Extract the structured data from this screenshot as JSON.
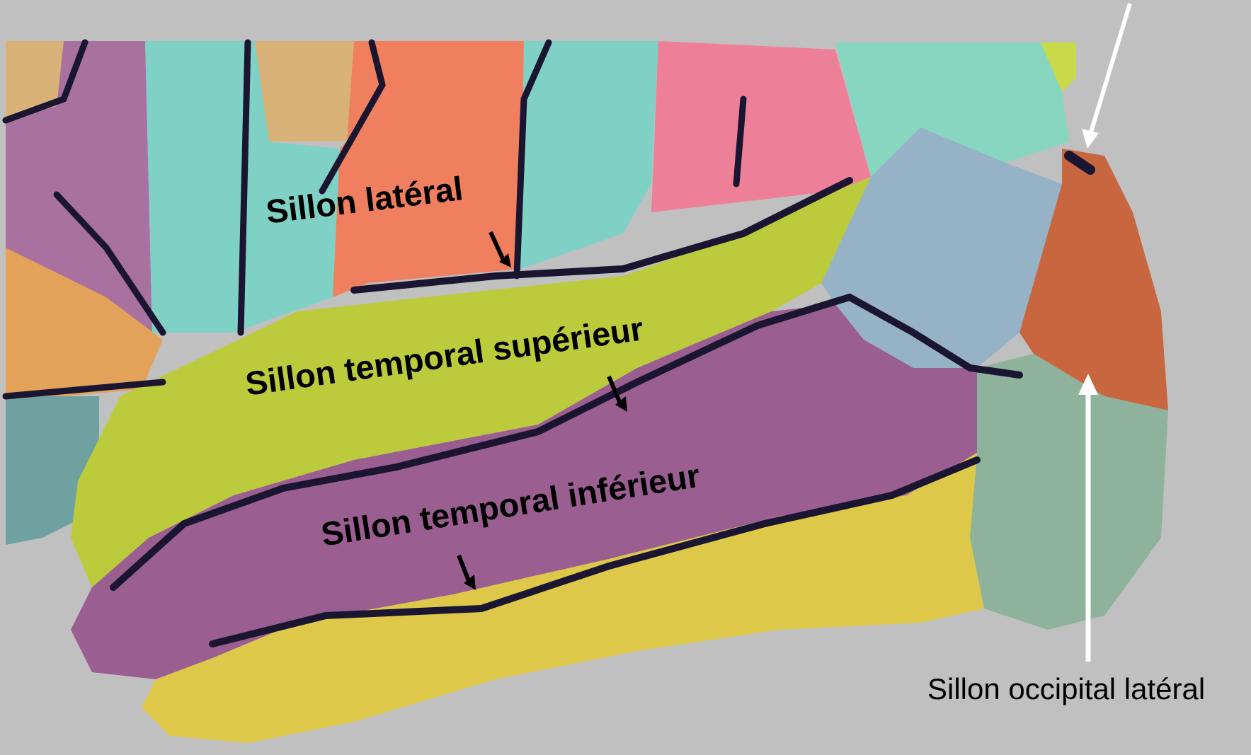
{
  "labels": {
    "lateral_sulcus": "Sillon latéral",
    "superior_temporal_sulcus": "Sillon temporal supérieur",
    "inferior_temporal_sulcus": "Sillon temporal inférieur",
    "lateral_occipital_sulcus": "Sillon occipital latéral"
  },
  "colors": {
    "background": "#c0c0c0",
    "sulcus_line": "#1a1530",
    "superior_temporal_gyrus": "#bccb3c",
    "middle_temporal_gyrus": "#9a5e90",
    "inferior_temporal_gyrus": "#ddc84a",
    "arrow_dark": "#000000",
    "arrow_light": "#ffffff"
  }
}
